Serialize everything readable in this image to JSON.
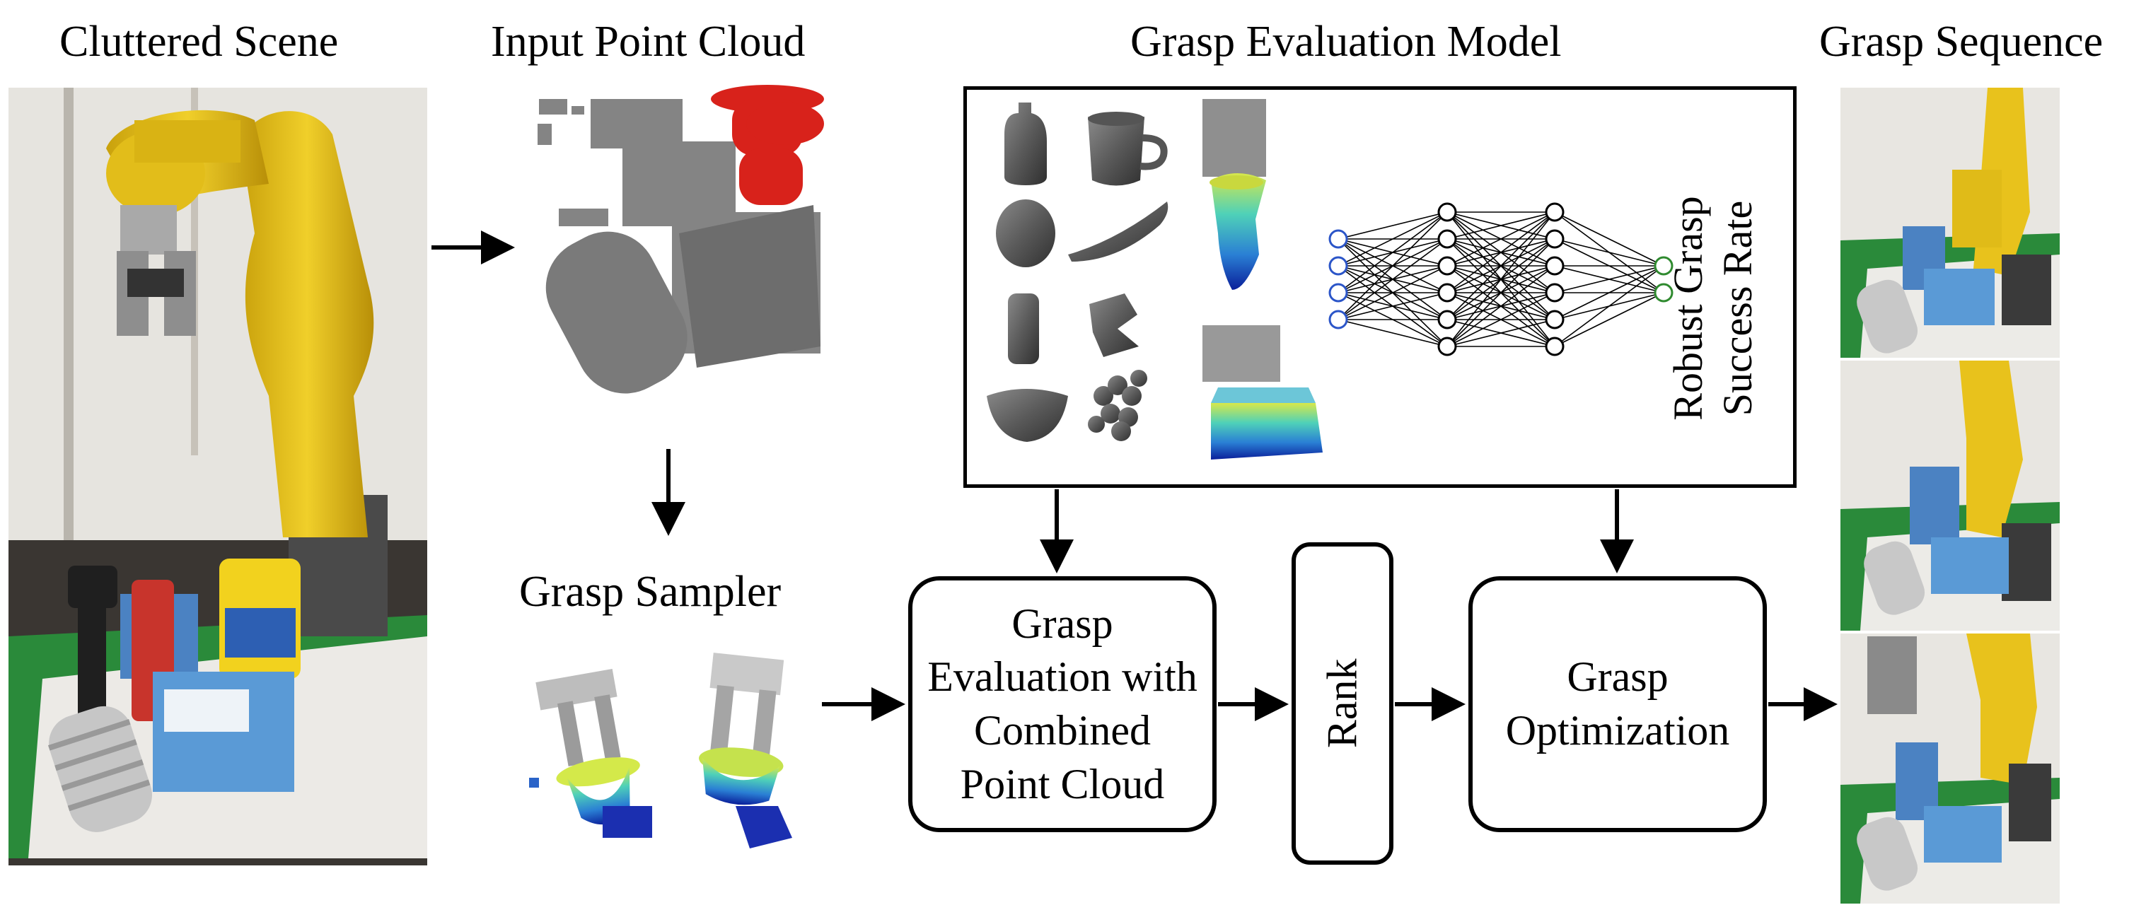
{
  "headings": {
    "cluttered_scene": "Cluttered Scene",
    "input_point_cloud": "Input Point Cloud",
    "grasp_evaluation_model": "Grasp Evaluation Model",
    "grasp_sequence": "Grasp Sequence",
    "grasp_sampler": "Grasp Sampler"
  },
  "nodes": {
    "evaluation": {
      "lines": [
        "Grasp",
        "Evaluation with",
        "Combined",
        "Point Cloud"
      ]
    },
    "rank": {
      "label": "Rank"
    },
    "optimization": {
      "lines": [
        "Grasp",
        "Optimization"
      ]
    }
  },
  "model_output": {
    "line1": "Robust Grasp",
    "line2": "Success Rate"
  },
  "network": {
    "layers": [
      4,
      6,
      6,
      2
    ]
  },
  "colors": {
    "robot": "#e8c21c",
    "point_cloud_gray": "#777777",
    "point_cloud_red": "#d8221b",
    "input_nodes": "#2b55c8",
    "output_nodes": "#2f8a2f",
    "floor_green": "#2a8a3a"
  }
}
